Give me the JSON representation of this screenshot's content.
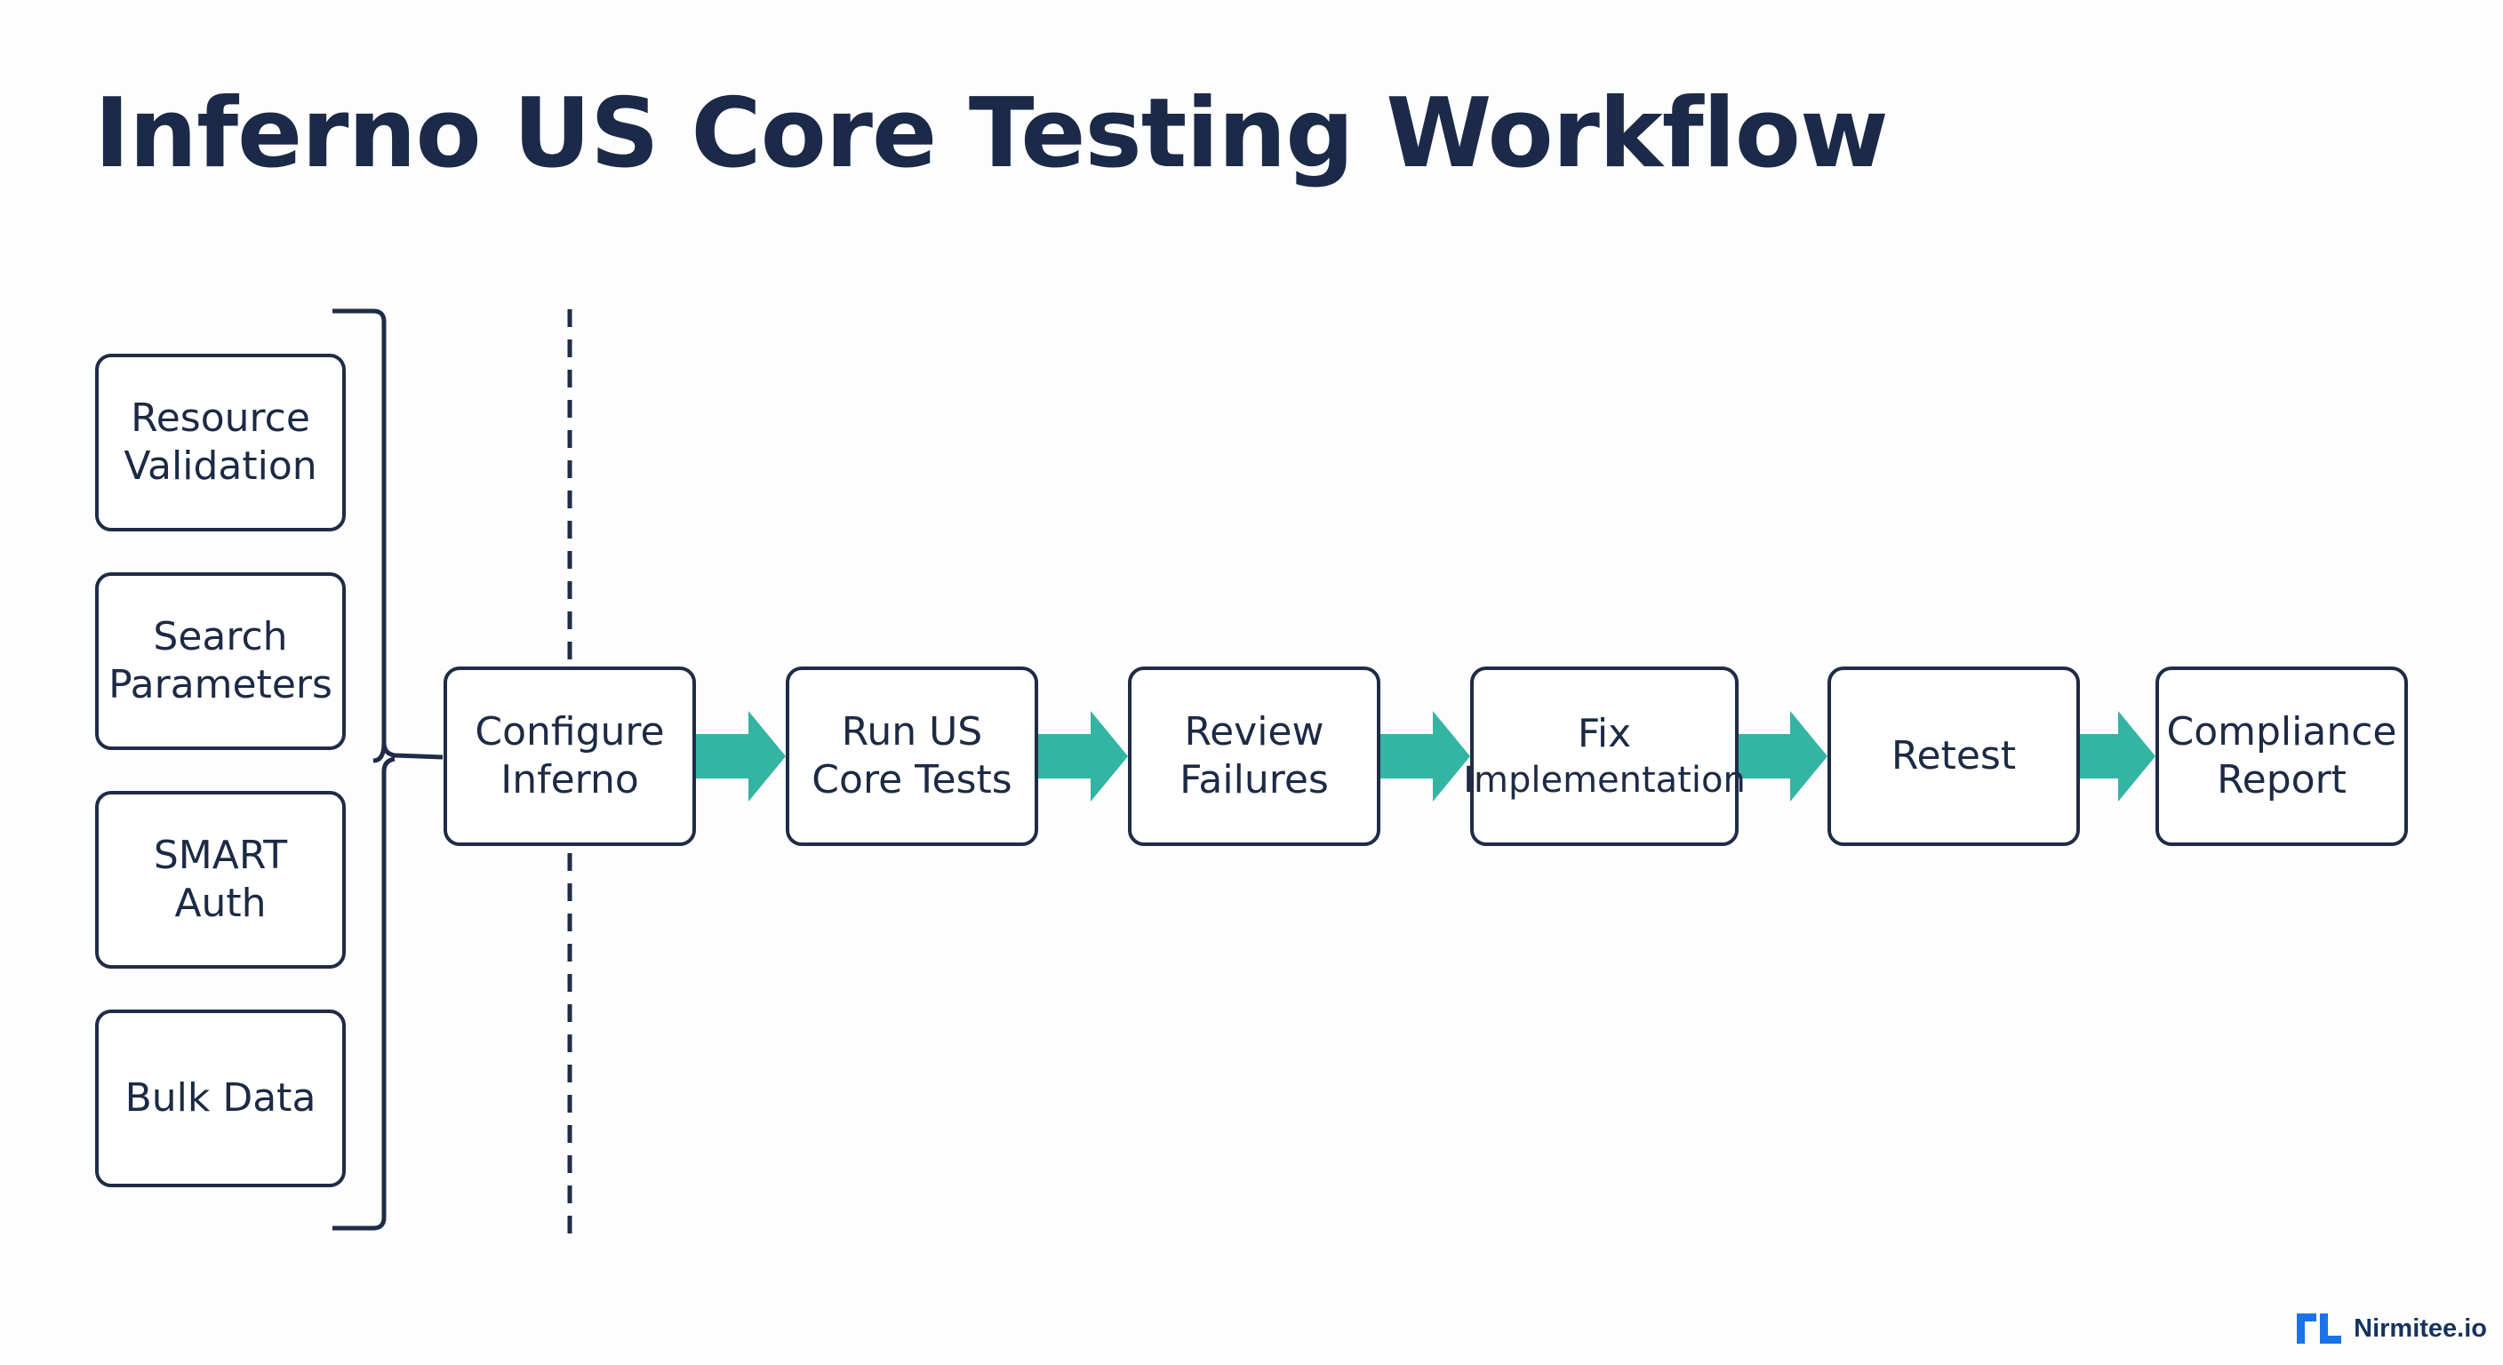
{
  "title": "Inferno US Core Testing Workflow",
  "categories": [
    {
      "label": "Resource\nValidation"
    },
    {
      "label": "Search\nParameters"
    },
    {
      "label": "SMART\nAuth"
    },
    {
      "label": "Bulk Data"
    }
  ],
  "steps": [
    {
      "line1": "Configure",
      "line2": "Inferno"
    },
    {
      "line1": "Run US",
      "line2": "Core Tests"
    },
    {
      "line1": "Review",
      "line2": "Failures"
    },
    {
      "line1": "Fix",
      "line2": "Implementation"
    },
    {
      "line1": "Retest",
      "line2": ""
    },
    {
      "line1": "Compliance",
      "line2": "Report"
    }
  ],
  "brand": {
    "name": "Nirmitee.io",
    "logo_icon": "nirmitee-logo-icon"
  },
  "colors": {
    "arrow": "#34b5a4",
    "box_border": "#1f2c47",
    "title": "#1b2a48",
    "brand": "#1a73e8"
  }
}
